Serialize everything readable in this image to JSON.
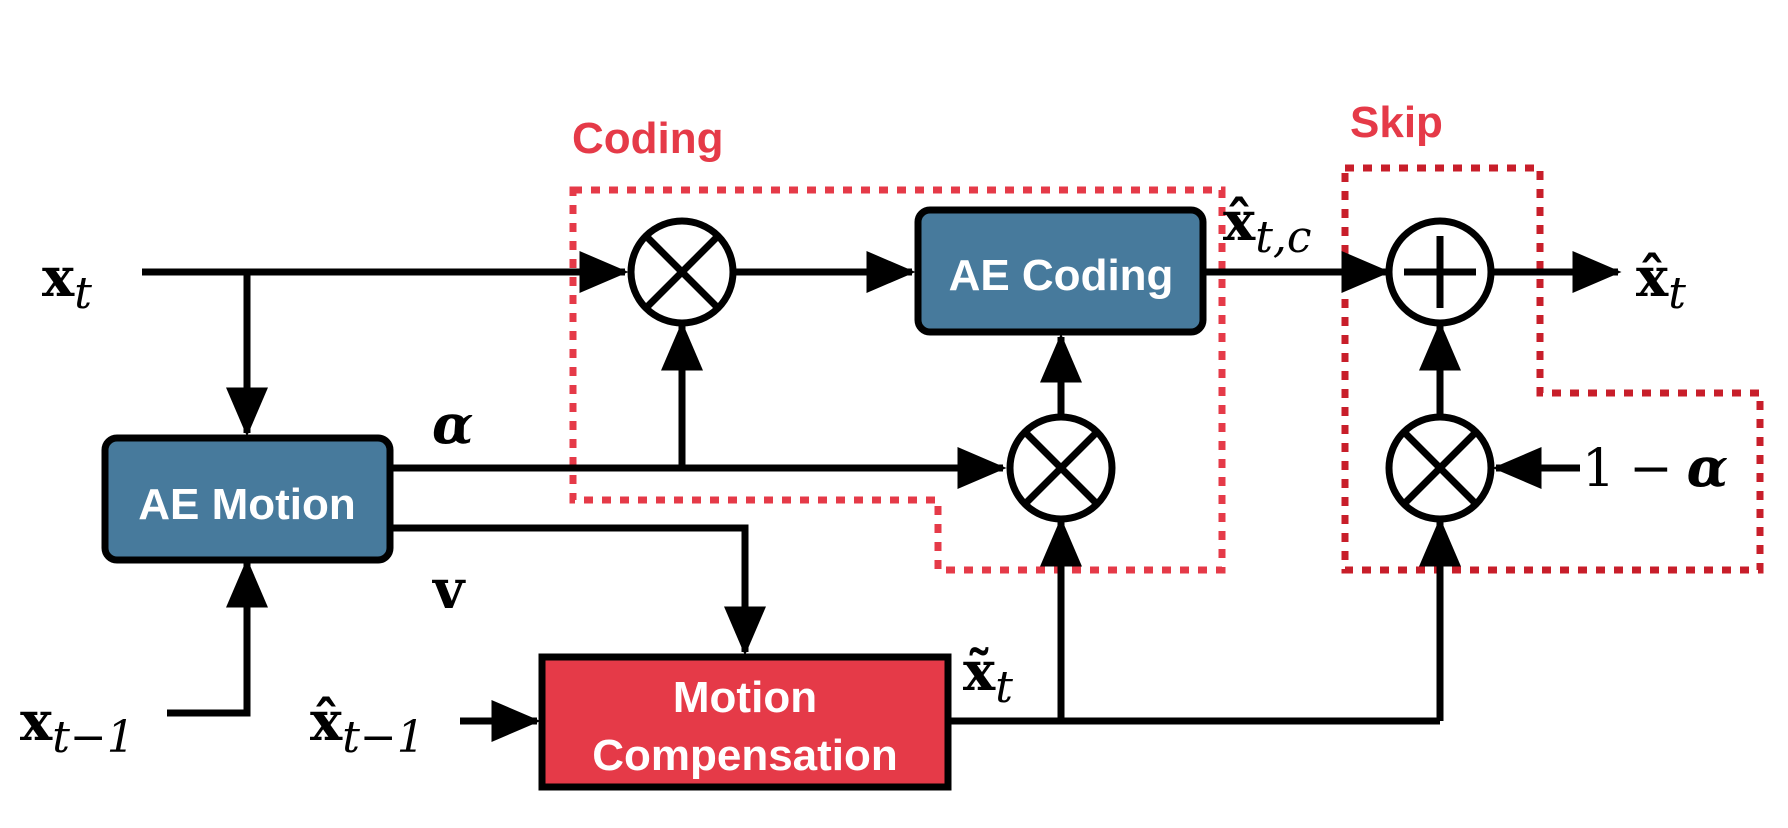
{
  "colors": {
    "ae_box": "#477a9c",
    "mc_box": "#e53a48",
    "group_border": "#e53a48",
    "skip_border_dark": "#c81e2a",
    "group_label": "#e53a48",
    "line": "#000000"
  },
  "groups": {
    "coding": {
      "label": "Coding"
    },
    "skip": {
      "label": "Skip"
    }
  },
  "blocks": {
    "ae_motion": {
      "label": "AE Motion"
    },
    "ae_coding": {
      "label": "AE Coding"
    },
    "motion_compensation": {
      "line1": "Motion",
      "line2": "Compensation"
    }
  },
  "operators": {
    "multiply_symbol": "×",
    "add_symbol": "+"
  },
  "symbols": {
    "x_t": {
      "base": "x",
      "sub": "t"
    },
    "x_t_minus_1": {
      "base": "x",
      "sub": "t−1"
    },
    "xhat_t_minus_1": {
      "base": "x̂",
      "sub": "t−1"
    },
    "alpha": "α",
    "v": "v",
    "xtilde_t": {
      "base": "x̃",
      "sub": "t"
    },
    "xhat_t_c": {
      "base": "x̂",
      "sub": "t,c"
    },
    "xhat_t": {
      "base": "x̂",
      "sub": "t"
    },
    "one_minus_alpha": {
      "one": "1",
      "minus": "−",
      "alpha": "α"
    }
  }
}
